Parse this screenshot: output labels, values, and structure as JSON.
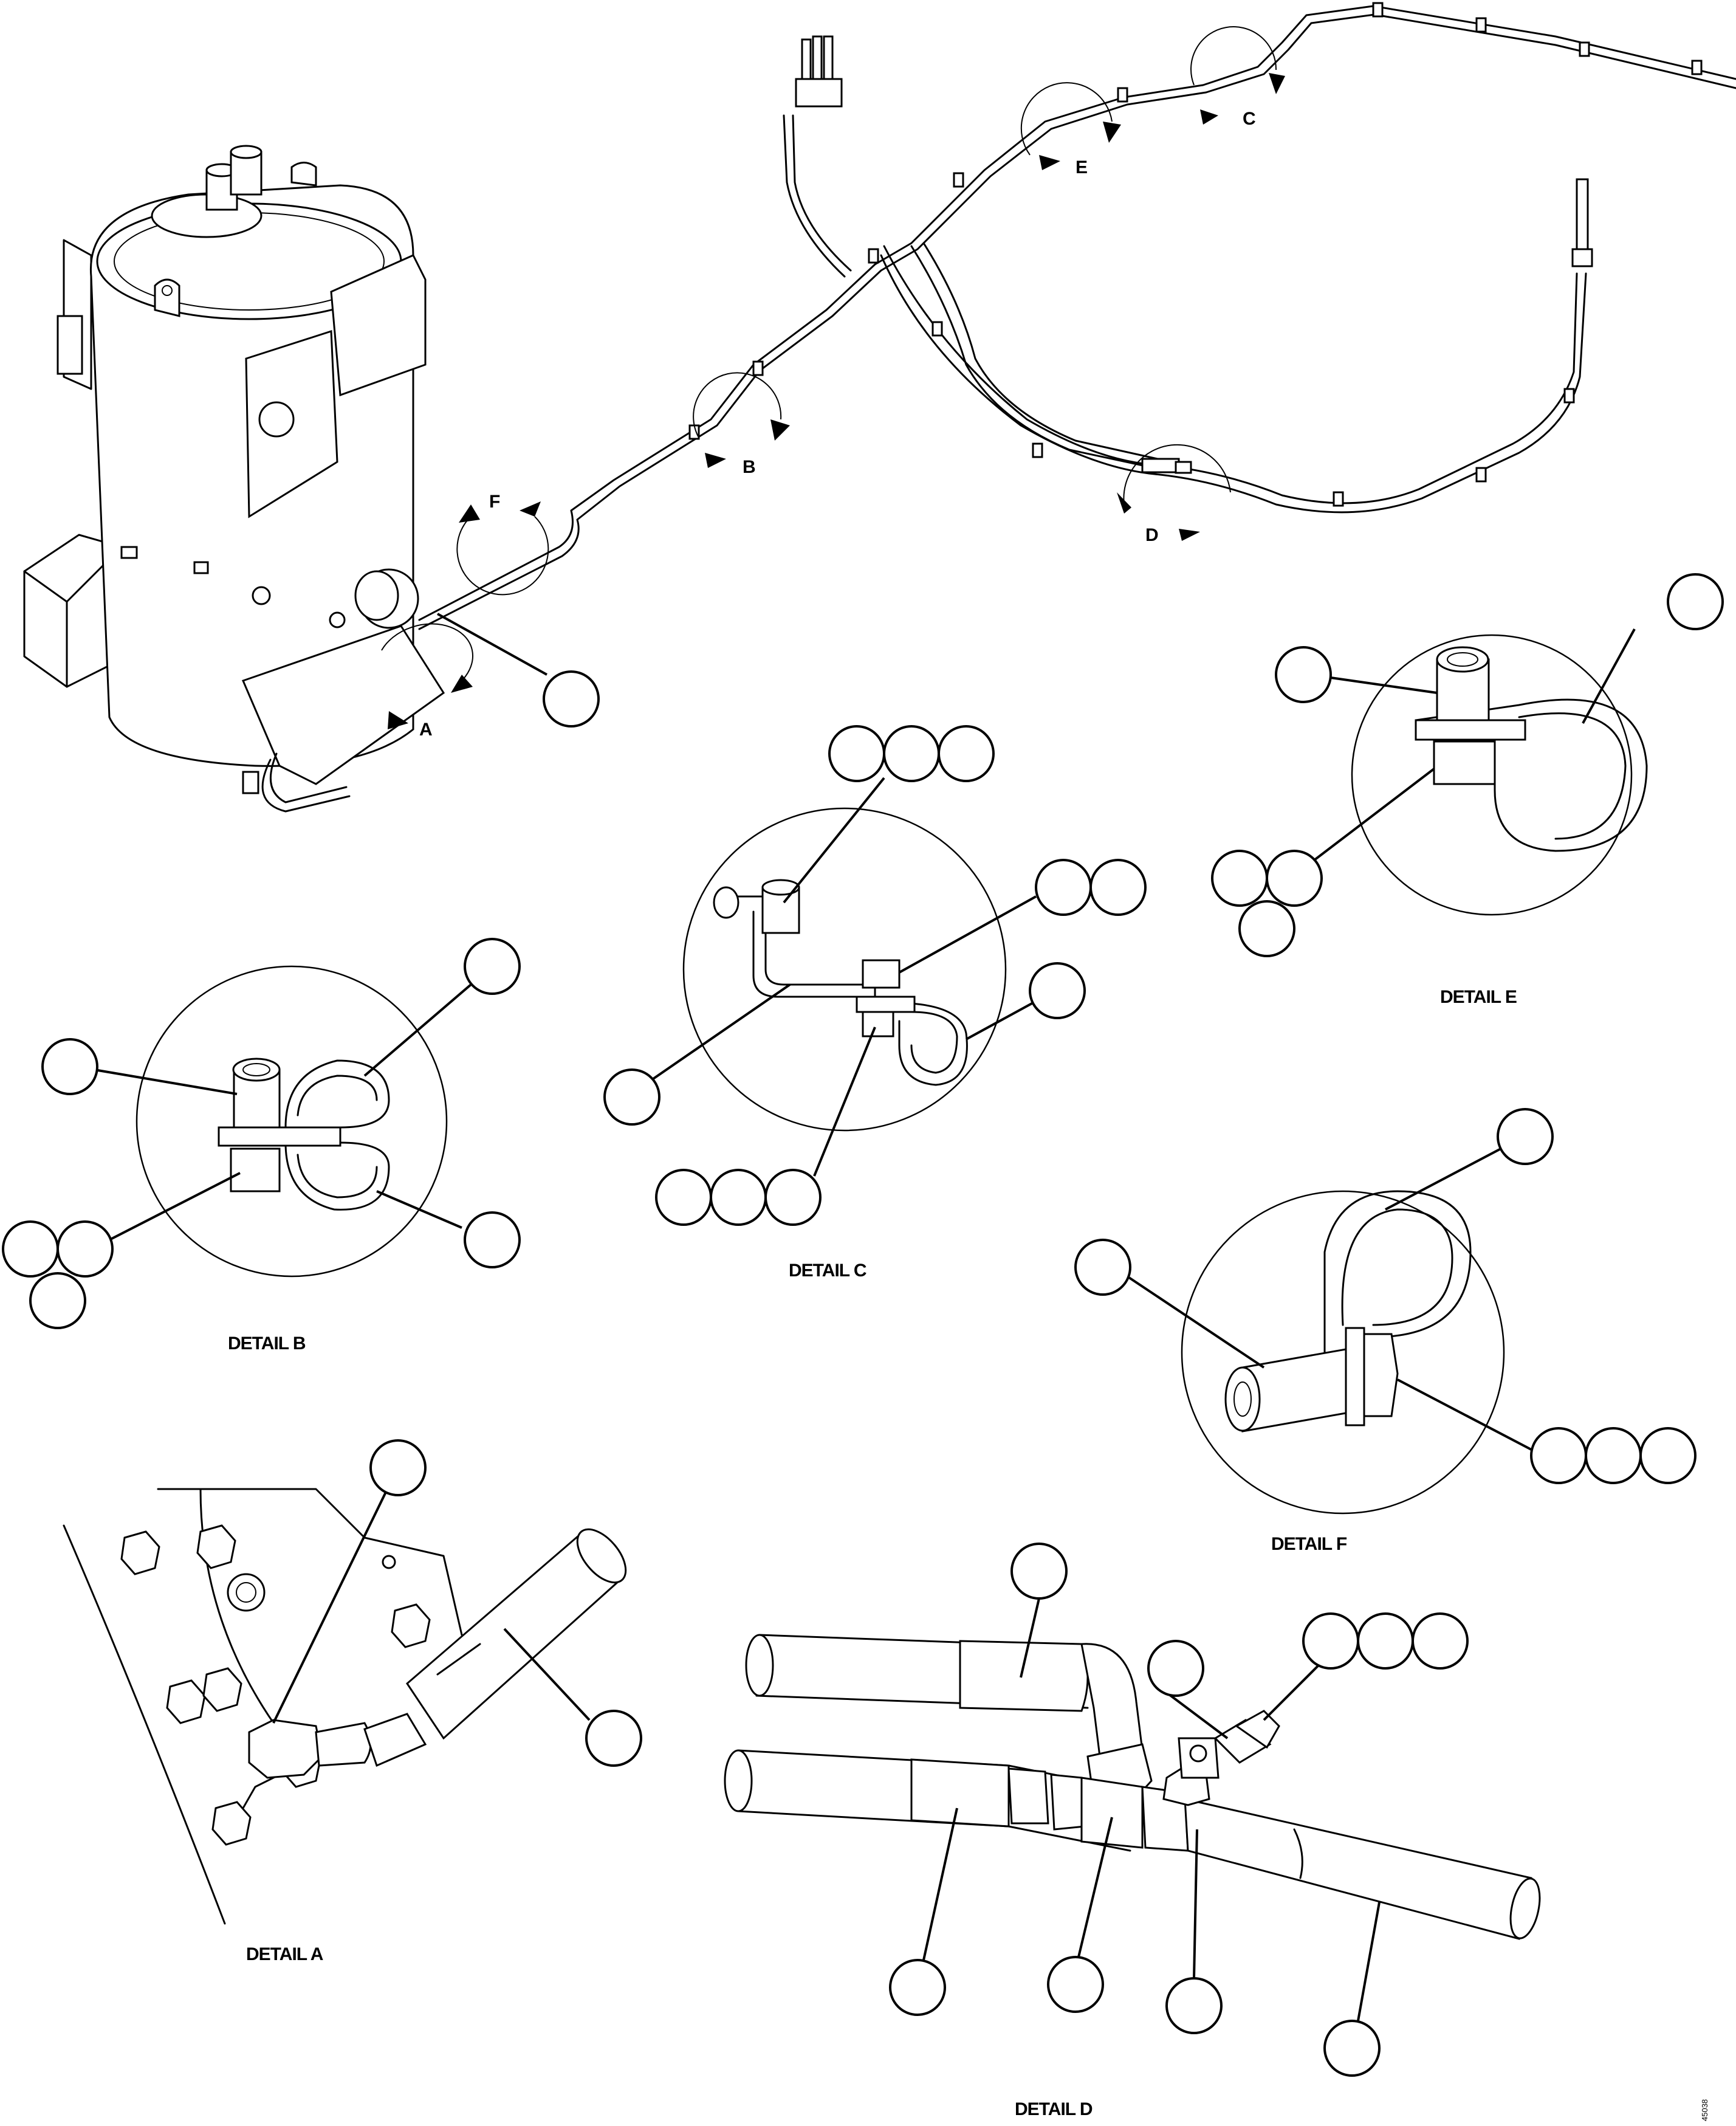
{
  "callout_letters": {
    "A": "A",
    "B": "B",
    "C": "C",
    "D": "D",
    "E": "E",
    "F": "F"
  },
  "detail_titles": {
    "A": "DETAIL A",
    "B": "DETAIL B",
    "C": "DETAIL C",
    "D": "DETAIL D",
    "E": "DETAIL E",
    "F": "DETAIL F"
  },
  "drawing_id": "45038"
}
